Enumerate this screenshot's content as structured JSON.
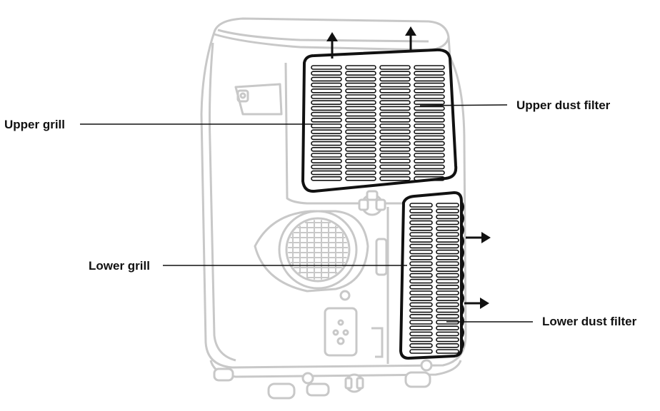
{
  "labels": {
    "upper_grill": "Upper grill",
    "upper_dust_filter": "Upper dust filter",
    "lower_grill": "Lower grill",
    "lower_dust_filter": "Lower dust filter"
  },
  "colors": {
    "unit_outline": "#c8c8c8",
    "filter_outline": "#111111",
    "leader_line": "#111111",
    "arrow": "#111111"
  },
  "icons": [
    "up-arrow-icon",
    "right-arrow-icon",
    "drain-knob-icon",
    "control-panel-icon"
  ]
}
